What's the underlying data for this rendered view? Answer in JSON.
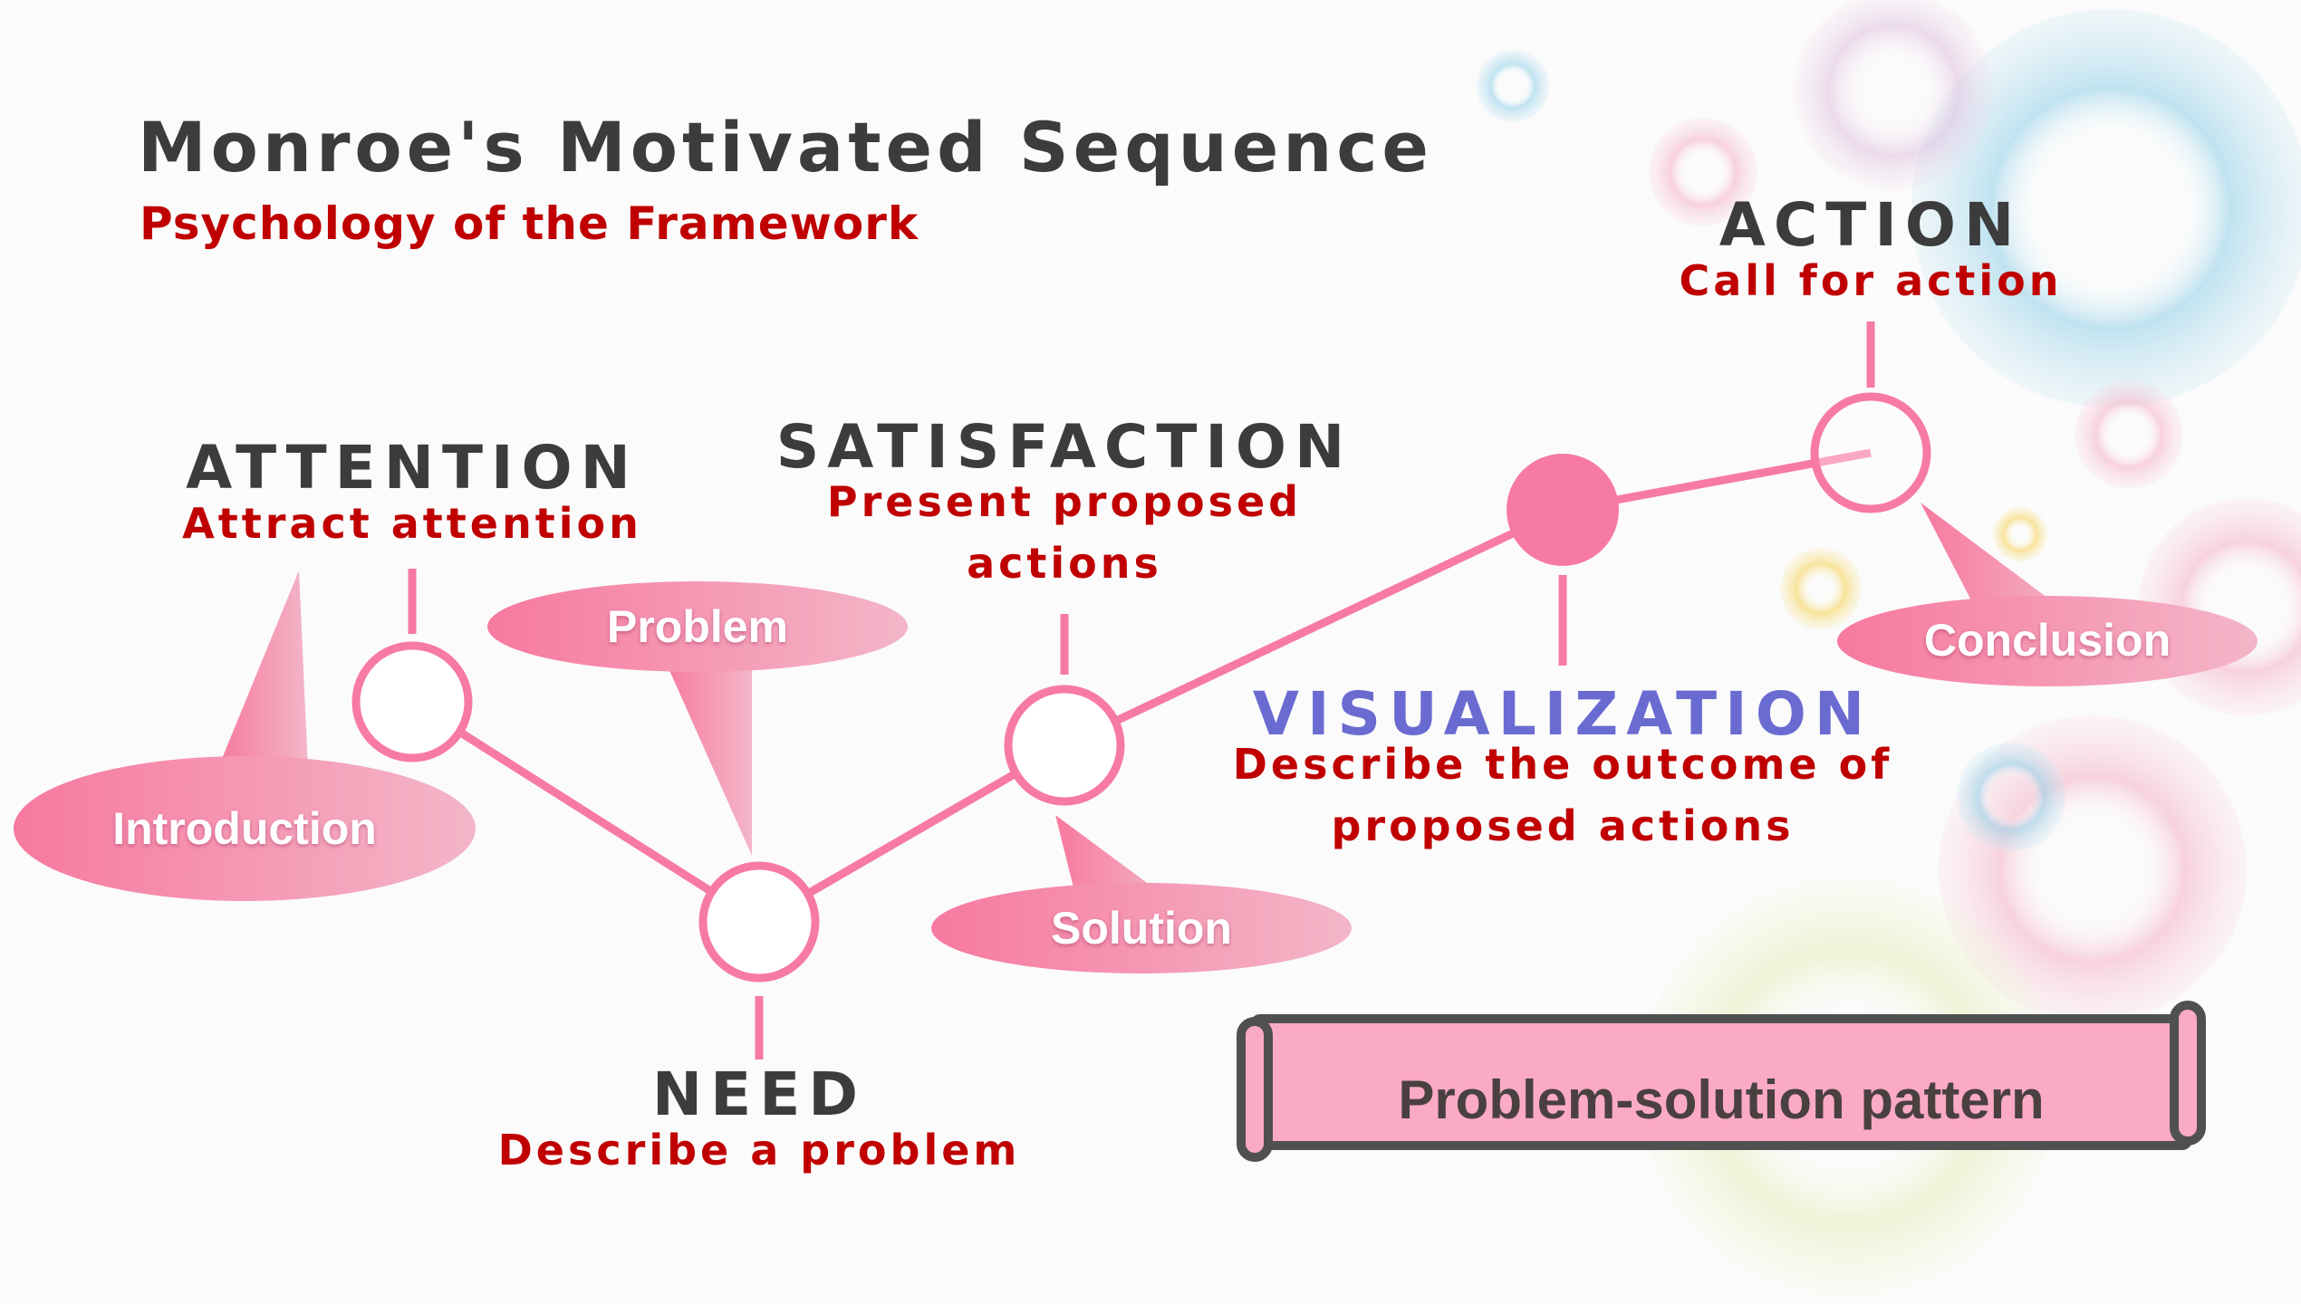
{
  "title": "Monroe's Motivated Sequence",
  "subtitle": "Psychology of the Framework",
  "steps": [
    {
      "name": "ATTENTION",
      "description": "Attract attention"
    },
    {
      "name": "NEED",
      "description": "Describe a problem"
    },
    {
      "name": "SATISFACTION",
      "description_line1": "Present proposed",
      "description_line2": "actions"
    },
    {
      "name": "VISUALIZATION",
      "description_line1": "Describe the outcome of",
      "description_line2": "proposed actions"
    },
    {
      "name": "ACTION",
      "description": "Call for action"
    }
  ],
  "bubbles": {
    "introduction": "Introduction",
    "problem": "Problem",
    "solution": "Solution",
    "conclusion": "Conclusion"
  },
  "banner": "Problem-solution pattern",
  "colors": {
    "accent_pink": "#f77aa2",
    "step_text": "#3c3c3c",
    "description_red": "#c00000",
    "visualization_blue": "#6a6bd1",
    "banner_fill": "#fbaac6",
    "banner_border": "#505050"
  }
}
